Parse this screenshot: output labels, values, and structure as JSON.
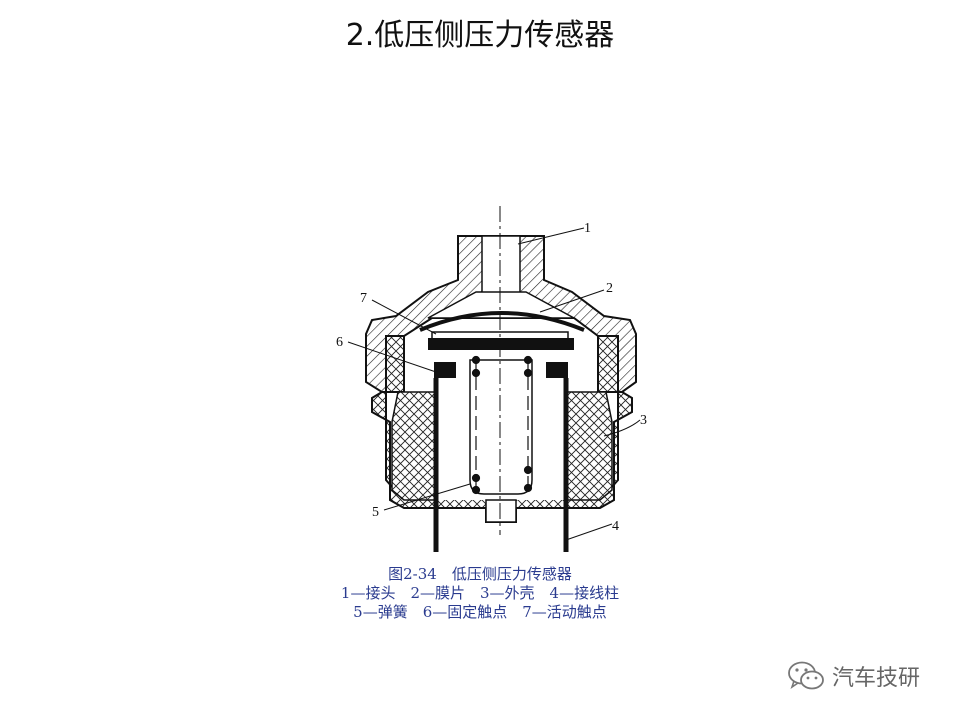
{
  "title": "2.低压侧压力传感器",
  "figure": {
    "caption_line1": "图2-34　低压侧压力传感器",
    "caption_line2": "1—接头　2—膜片　3—外壳　4—接线柱",
    "caption_line3": "5—弹簧　6—固定触点　7—活动触点",
    "part_labels": [
      "1",
      "2",
      "3",
      "4",
      "5",
      "6",
      "7"
    ]
  },
  "watermark": {
    "text": "汽车技研",
    "icon": "wechat-icon"
  },
  "colors": {
    "caption": "#2a3b8f",
    "title": "#111111",
    "line": "#111111"
  }
}
